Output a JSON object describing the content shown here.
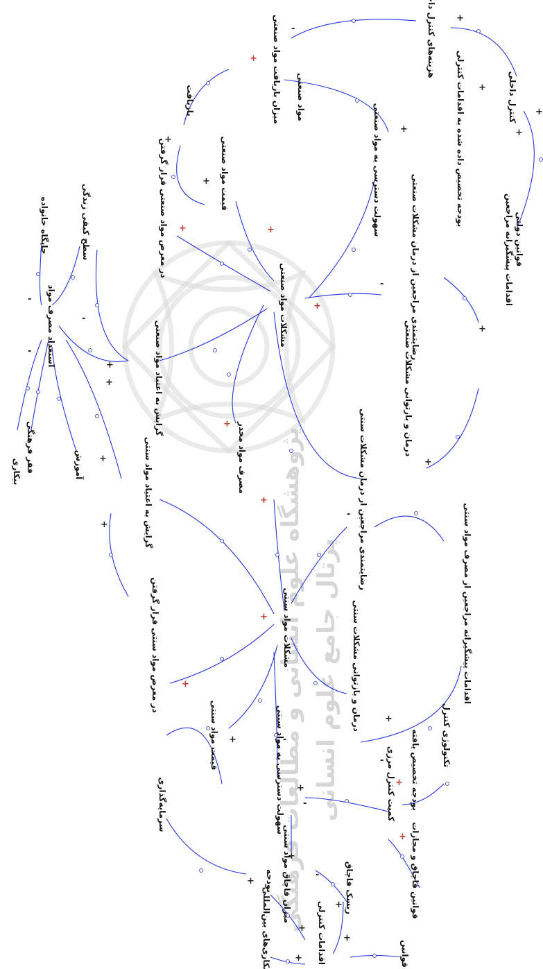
{
  "nodes": [
    {
      "id": "n1",
      "label": "قوانین دولتی"
    },
    {
      "id": "n2",
      "label": "کنترل داخلی"
    },
    {
      "id": "n3",
      "label": "هزینه‌های کنترل داخلی"
    },
    {
      "id": "n4",
      "label": "میزان بازیافت مواد صنعتی"
    },
    {
      "id": "n5",
      "label": "بازیافت"
    },
    {
      "id": "n6",
      "label": "بودجه تخصیص داده شده به اقدامات کنترلی"
    },
    {
      "id": "n7",
      "label": "مواد صنعتی"
    },
    {
      "id": "n8",
      "label": "سهولت دسترسی به مواد صنعتی"
    },
    {
      "id": "n9",
      "label": "قیمت مواد صنعتی"
    },
    {
      "id": "n10",
      "label": "در معرض مواد صنعتی قرار گرفتن"
    },
    {
      "id": "n11",
      "label": "مشکلات مواد صنعتی"
    },
    {
      "id": "n12",
      "label": "رضایتمندی مراجعین از درمان مشکلات صنعتی"
    },
    {
      "id": "n13",
      "label": "اقدامات پیشگیرانه مراجعین"
    },
    {
      "id": "n14",
      "label": "درمان و بازتوانی مشکلات صنعتی"
    },
    {
      "id": "n15",
      "label": "گرایش به اعتیاد مواد صنعتی"
    },
    {
      "id": "n16",
      "label": "استعداد مصرف مواد"
    },
    {
      "id": "n17",
      "label": "جایگاه خانواده"
    },
    {
      "id": "n18",
      "label": "سطح کیفی زندگی"
    },
    {
      "id": "n19",
      "label": "آموزش"
    },
    {
      "id": "n20",
      "label": "فقر فرهنگی"
    },
    {
      "id": "n21",
      "label": "بیکاری"
    },
    {
      "id": "n22",
      "label": "گرایش به اعتیاد مواد سنتی"
    },
    {
      "id": "n23",
      "label": "مصرف مواد مخدر"
    },
    {
      "id": "n24",
      "label": "مشکلات مواد سنتی"
    },
    {
      "id": "n25",
      "label": "رضایتمندی مراجعین از درمان مشکلات سنتی"
    },
    {
      "id": "n26",
      "label": "اقدامات پیشگیرانه مراجعین از مصرف مواد سنتی"
    },
    {
      "id": "n27",
      "label": "درمان و بازتوانی مشکلات سنتی"
    },
    {
      "id": "n28",
      "label": "در معرض مواد سنتی قرار گرفتن"
    },
    {
      "id": "n29",
      "label": "قیمت مواد سنتی"
    },
    {
      "id": "n30",
      "label": "تکنولوژی کنترل"
    },
    {
      "id": "n31",
      "label": "بودجه تخصیص یافته"
    },
    {
      "id": "n32",
      "label": "قوانین قاچاق و مجازات"
    },
    {
      "id": "n33",
      "label": "کمیت کنترل مرزی"
    },
    {
      "id": "n34",
      "label": "سهولت دسترسی به مواد سنتی"
    },
    {
      "id": "n35",
      "label": "سرمایه‌گذاری"
    },
    {
      "id": "n36",
      "label": "میزان قاچاق مواد سنتی"
    },
    {
      "id": "n37",
      "label": "ریسک قاچاق"
    },
    {
      "id": "n38",
      "label": "قوانین"
    },
    {
      "id": "n39",
      "label": "بودجه"
    },
    {
      "id": "n40",
      "label": "همکاری‌های بین‌المللی"
    },
    {
      "id": "n41",
      "label": "اقدامات کنترلی"
    }
  ],
  "watermark": {
    "line1": "پژوهشگاه علوم انسانی و مطالعات فرهنگی",
    "line2": "پرتال جامع علوم انسانی"
  },
  "colors": {
    "edge": "#2233dd",
    "plus_red": "#c0392b",
    "watermark": "#d0d0d0"
  }
}
